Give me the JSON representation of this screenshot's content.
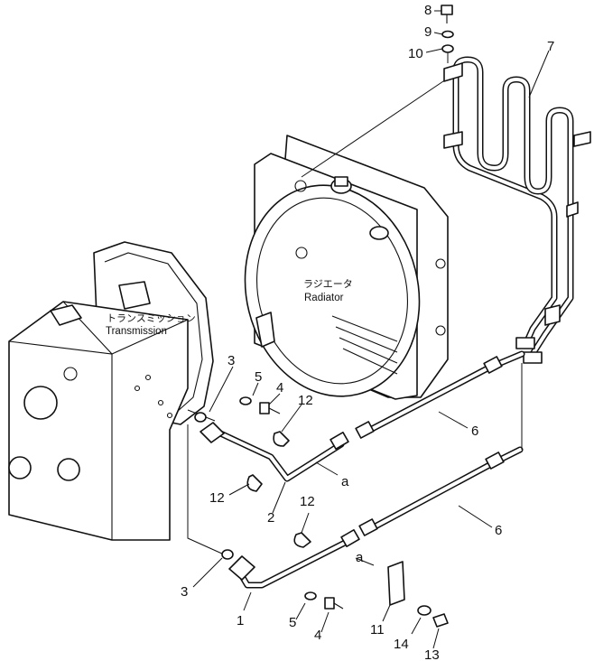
{
  "transmission": {
    "label_ja": "トランスミッション",
    "label_en": "Transmission"
  },
  "radiator": {
    "label_ja": "ラジエータ",
    "label_en": "Radiator"
  },
  "callouts": {
    "c1": "1",
    "c2": "2",
    "c3a": "3",
    "c3b": "3",
    "c4a": "4",
    "c4b": "4",
    "c5a": "5",
    "c5b": "5",
    "c6a": "6",
    "c6b": "6",
    "c7": "7",
    "c8": "8",
    "c9": "9",
    "c10": "10",
    "c11": "11",
    "c12a": "12",
    "c12b": "12",
    "c12c": "12",
    "c13": "13",
    "c14": "14"
  },
  "flow_markers": {
    "upper": "a",
    "lower": "a"
  }
}
